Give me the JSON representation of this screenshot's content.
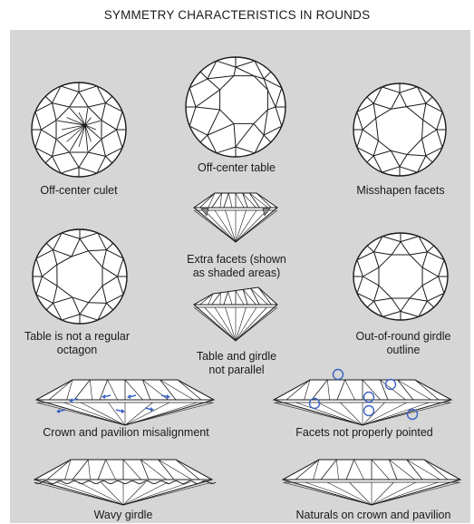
{
  "title": "SYMMETRY CHARACTERISTICS IN ROUNDS",
  "colors": {
    "panel": "#d6d6d6",
    "stone_fill": "#ffffff",
    "stroke": "#1a1a1a",
    "marker": "#3b63c4"
  },
  "labels": {
    "off_center_culet": "Off-center culet",
    "off_center_table": "Off-center table",
    "misshapen_facets": "Misshapen facets",
    "extra_facets_1": "Extra facets (shown",
    "extra_facets_2": "as shaded areas)",
    "table_not_octagon_1": "Table is not a regular",
    "table_not_octagon_2": "octagon",
    "table_girdle_1": "Table and girdle",
    "table_girdle_2": "not parallel",
    "out_of_round_1": "Out-of-round girdle",
    "out_of_round_2": "outline",
    "crown_pavilion_misalignment": "Crown and pavilion misalignment",
    "facets_not_pointed": "Facets not properly pointed",
    "wavy_girdle": "Wavy girdle",
    "naturals": "Naturals on crown and pavilion"
  }
}
